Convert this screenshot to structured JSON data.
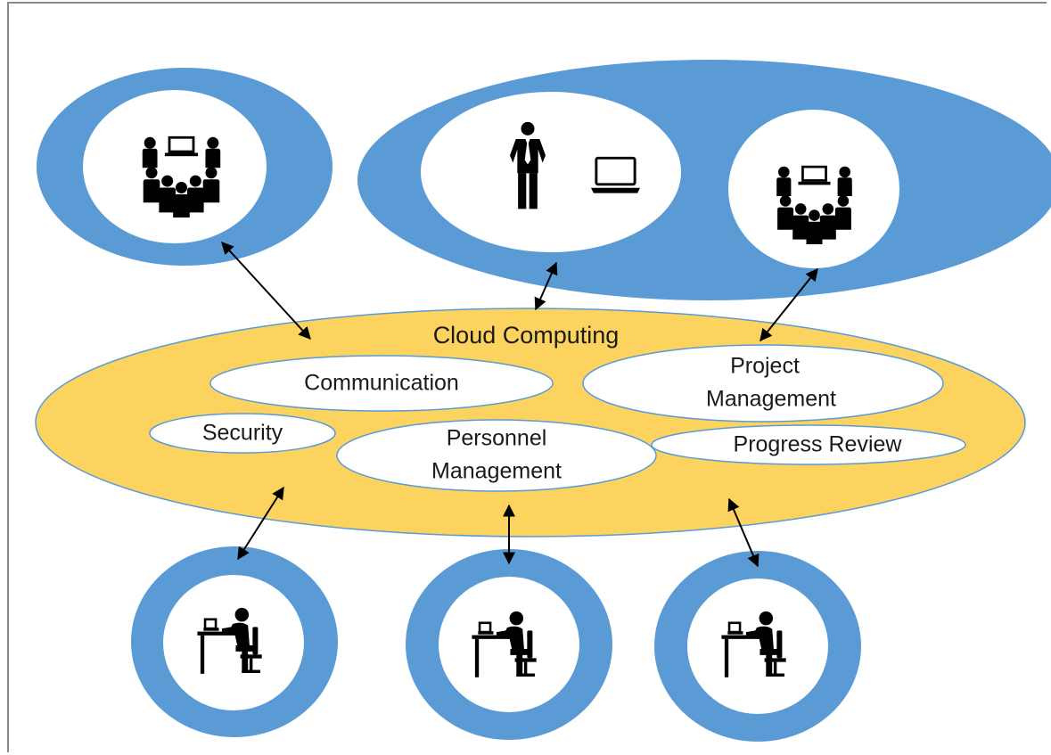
{
  "diagram": {
    "hub_label": "Cloud Computing",
    "services": {
      "communication": "Communication",
      "project_management_line1": "Project",
      "project_management_line2": "Management",
      "security": "Security",
      "personnel_management_line1": "Personnel",
      "personnel_management_line2": "Management",
      "progress_review": "Progress Review"
    },
    "nodes": {
      "top_left": "team-meeting-icon",
      "top_middle": "manager-with-laptop-icon",
      "top_right": "team-meeting-icon",
      "bottom": [
        "remote-worker-icon",
        "remote-worker-icon",
        "remote-worker-icon"
      ]
    },
    "colors": {
      "hub_fill": "#FDD35F",
      "node_ring": "#5B9BD5",
      "node_inner": "#FFFFFF",
      "icon": "#000000"
    }
  }
}
